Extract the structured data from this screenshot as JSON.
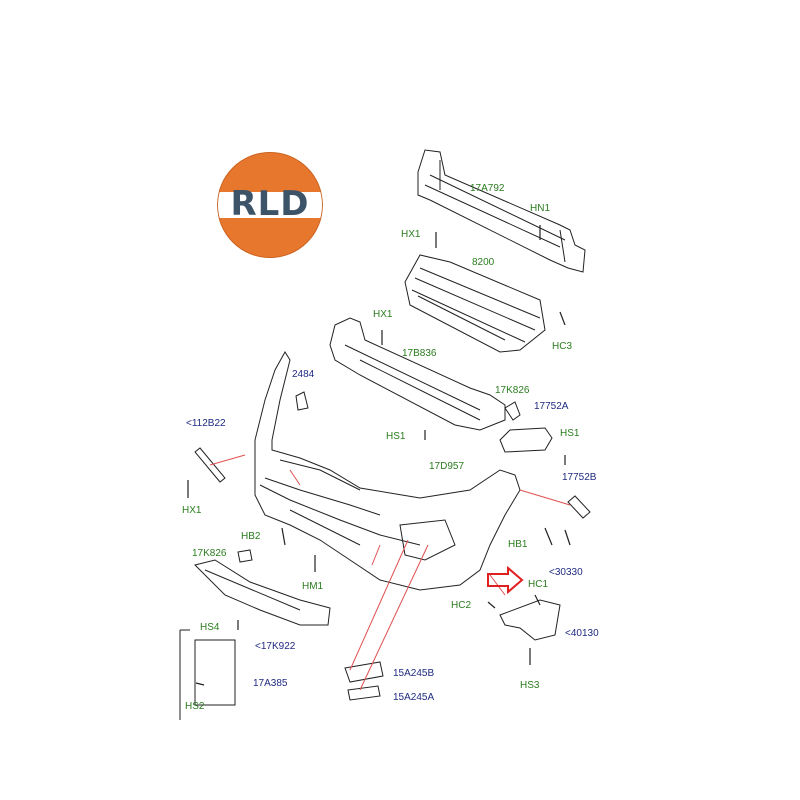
{
  "logo": {
    "text": "RLD",
    "colors": {
      "orange": "#e8772e",
      "text": "#3d5468"
    }
  },
  "colors": {
    "part_code_green": "#2a7d1e",
    "part_code_blue": "#1f2a80",
    "callout_line": "#e05050",
    "arrow": "#e02020"
  },
  "labels": {
    "17A792": "17A792",
    "HN1": "HN1",
    "HX1_top": "HX1",
    "8200": "8200",
    "HC3": "HC3",
    "HX1_mid": "HX1",
    "17B836": "17B836",
    "2484": "2484",
    "17K826_right": "17K826",
    "17752A": "17752A",
    "112B22": "<112B22",
    "HS1_left": "HS1",
    "HS1_right": "HS1",
    "17D957": "17D957",
    "17752B": "17752B",
    "HX1_left": "HX1",
    "HB2": "HB2",
    "HB1": "HB1",
    "17K826_left": "17K826",
    "30330": "<30330",
    "HM1": "HM1",
    "HC1": "HC1",
    "HS4": "HS4",
    "HC2": "HC2",
    "17K922": "<17K922",
    "40130": "<40130",
    "15A245B": "15A245B",
    "17A385": "17A385",
    "HS3": "HS3",
    "15A245A": "15A245A",
    "HS2": "HS2"
  }
}
